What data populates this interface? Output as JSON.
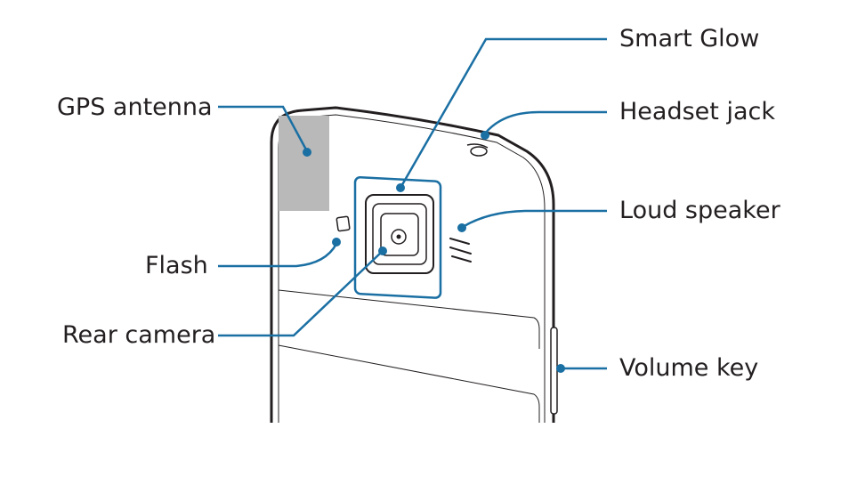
{
  "labels": {
    "gps_antenna": "GPS antenna",
    "flash": "Flash",
    "rear_camera": "Rear camera",
    "smart_glow": "Smart Glow",
    "headset_jack": "Headset jack",
    "loud_speaker": "Loud speaker",
    "volume_key": "Volume key"
  },
  "colors": {
    "callout_line": "#1a6fa3",
    "outline": "#231f20",
    "antenna_fill": "#b9b9b9",
    "text": "#231f20"
  }
}
